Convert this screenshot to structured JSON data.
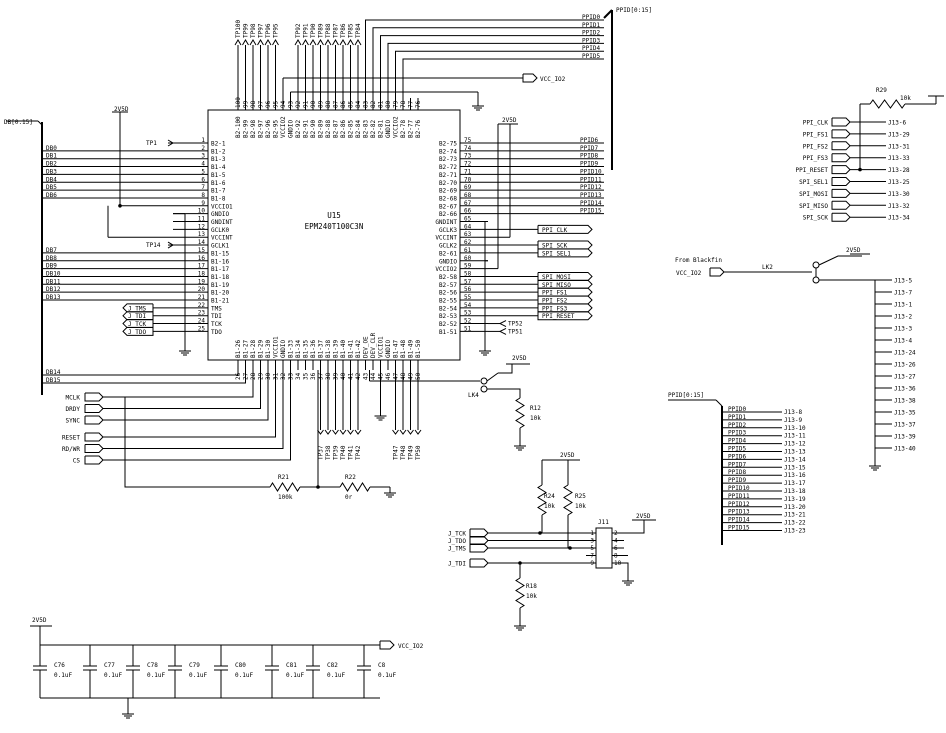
{
  "chip": {
    "ref": "U15",
    "part": "EPM240T100C3N",
    "left_pins": [
      {
        "num": "1",
        "name": "B2-1",
        "net": "TP1"
      },
      {
        "num": "2",
        "name": "B1-2",
        "net": "DB0"
      },
      {
        "num": "3",
        "name": "B1-3",
        "net": "DB1"
      },
      {
        "num": "4",
        "name": "B1-4",
        "net": "DB2"
      },
      {
        "num": "5",
        "name": "B1-5",
        "net": "DB3"
      },
      {
        "num": "6",
        "name": "B1-6",
        "net": "DB4"
      },
      {
        "num": "7",
        "name": "B1-7",
        "net": "DB5"
      },
      {
        "num": "8",
        "name": "B1-8",
        "net": "DB6"
      },
      {
        "num": "9",
        "name": "VCCIO1",
        "net": ""
      },
      {
        "num": "10",
        "name": "GNDIO",
        "net": ""
      },
      {
        "num": "11",
        "name": "GNDINT",
        "net": ""
      },
      {
        "num": "12",
        "name": "GCLK0",
        "net": ""
      },
      {
        "num": "13",
        "name": "VCCINT",
        "net": ""
      },
      {
        "num": "14",
        "name": "GCLK1",
        "net": "TP14"
      },
      {
        "num": "15",
        "name": "B1-15",
        "net": "DB7"
      },
      {
        "num": "16",
        "name": "B1-16",
        "net": "DB8"
      },
      {
        "num": "17",
        "name": "B1-17",
        "net": "DB9"
      },
      {
        "num": "18",
        "name": "B1-18",
        "net": "DB10"
      },
      {
        "num": "19",
        "name": "B1-19",
        "net": "DB11"
      },
      {
        "num": "20",
        "name": "B1-20",
        "net": "DB12"
      },
      {
        "num": "21",
        "name": "B1-21",
        "net": "DB13"
      },
      {
        "num": "22",
        "name": "TMS",
        "net": "J_TMS"
      },
      {
        "num": "23",
        "name": "TDI",
        "net": "J_TDI"
      },
      {
        "num": "24",
        "name": "TCK",
        "net": "J_TCK"
      },
      {
        "num": "25",
        "name": "TDO",
        "net": "J_TDO"
      }
    ],
    "right_pins": [
      {
        "num": "75",
        "name": "B2-75",
        "net": "PPID6"
      },
      {
        "num": "74",
        "name": "B2-74",
        "net": "PPID7"
      },
      {
        "num": "73",
        "name": "B2-73",
        "net": "PPID8"
      },
      {
        "num": "72",
        "name": "B2-72",
        "net": "PPID9"
      },
      {
        "num": "71",
        "name": "B2-71",
        "net": "PPID10"
      },
      {
        "num": "70",
        "name": "B2-70",
        "net": "PPID11"
      },
      {
        "num": "69",
        "name": "B2-69",
        "net": "PPID12"
      },
      {
        "num": "68",
        "name": "B2-68",
        "net": "PPID13"
      },
      {
        "num": "67",
        "name": "B2-67",
        "net": "PPID14"
      },
      {
        "num": "66",
        "name": "B2-66",
        "net": "PPID15"
      },
      {
        "num": "65",
        "name": "GNDINT",
        "net": ""
      },
      {
        "num": "64",
        "name": "GCLK3",
        "net": "PPI_CLK"
      },
      {
        "num": "63",
        "name": "VCCINT",
        "net": ""
      },
      {
        "num": "62",
        "name": "GCLK2",
        "net": "SPI_SCK"
      },
      {
        "num": "61",
        "name": "B2-61",
        "net": "SPI_SEL1"
      },
      {
        "num": "60",
        "name": "GNDIO",
        "net": ""
      },
      {
        "num": "59",
        "name": "VCCIO2",
        "net": ""
      },
      {
        "num": "58",
        "name": "B2-58",
        "net": "SPI_MOSI"
      },
      {
        "num": "57",
        "name": "B2-57",
        "net": "SPI_MISO"
      },
      {
        "num": "56",
        "name": "B2-56",
        "net": "PPI_FS1"
      },
      {
        "num": "55",
        "name": "B2-55",
        "net": "PPI_FS2"
      },
      {
        "num": "54",
        "name": "B2-54",
        "net": "PPI_FS3"
      },
      {
        "num": "53",
        "name": "B2-53",
        "net": "PPI_RESET"
      },
      {
        "num": "52",
        "name": "B2-52",
        "net": "TP52"
      },
      {
        "num": "51",
        "name": "B1-51",
        "net": "TP51"
      }
    ],
    "top_pins": [
      {
        "num": "100",
        "name": "B2-100"
      },
      {
        "num": "99",
        "name": "B2-99"
      },
      {
        "num": "98",
        "name": "B2-98"
      },
      {
        "num": "97",
        "name": "B2-97"
      },
      {
        "num": "96",
        "name": "B2-96"
      },
      {
        "num": "95",
        "name": "B2-95"
      },
      {
        "num": "94",
        "name": "VCCIO2"
      },
      {
        "num": "93",
        "name": "GNDIO"
      },
      {
        "num": "92",
        "name": "B2-92"
      },
      {
        "num": "91",
        "name": "B2-91"
      },
      {
        "num": "90",
        "name": "B2-90"
      },
      {
        "num": "89",
        "name": "B2-89"
      },
      {
        "num": "88",
        "name": "B2-88"
      },
      {
        "num": "87",
        "name": "B2-87"
      },
      {
        "num": "86",
        "name": "B2-86"
      },
      {
        "num": "85",
        "name": "B2-85"
      },
      {
        "num": "84",
        "name": "B2-84"
      },
      {
        "num": "83",
        "name": "B2-83"
      },
      {
        "num": "82",
        "name": "B2-82"
      },
      {
        "num": "81",
        "name": "B2-81"
      },
      {
        "num": "80",
        "name": "GNDIO"
      },
      {
        "num": "79",
        "name": "VCCIO2"
      },
      {
        "num": "78",
        "name": "B2-78"
      },
      {
        "num": "77",
        "name": "B2-77"
      },
      {
        "num": "76",
        "name": "B2-76"
      }
    ],
    "bottom_pins": [
      {
        "num": "26",
        "name": "B1-26"
      },
      {
        "num": "27",
        "name": "B1-27"
      },
      {
        "num": "28",
        "name": "B1-28"
      },
      {
        "num": "29",
        "name": "B1-29"
      },
      {
        "num": "30",
        "name": "B1-30"
      },
      {
        "num": "31",
        "name": "VCCIO1"
      },
      {
        "num": "32",
        "name": "GNDIO"
      },
      {
        "num": "33",
        "name": "B1-33"
      },
      {
        "num": "34",
        "name": "B1-34"
      },
      {
        "num": "35",
        "name": "B1-35"
      },
      {
        "num": "36",
        "name": "B1-36"
      },
      {
        "num": "37",
        "name": "B1-37"
      },
      {
        "num": "38",
        "name": "B1-38"
      },
      {
        "num": "39",
        "name": "B1-39"
      },
      {
        "num": "40",
        "name": "B1-40"
      },
      {
        "num": "41",
        "name": "B1-41"
      },
      {
        "num": "42",
        "name": "B1-42"
      },
      {
        "num": "43",
        "name": "DEV_OE"
      },
      {
        "num": "44",
        "name": "DEV_CLR"
      },
      {
        "num": "45",
        "name": "VCCIO1"
      },
      {
        "num": "46",
        "name": "GNDIO"
      },
      {
        "num": "47",
        "name": "B1-47"
      },
      {
        "num": "48",
        "name": "B1-48"
      },
      {
        "num": "49",
        "name": "B1-49"
      },
      {
        "num": "50",
        "name": "B1-50"
      }
    ],
    "top_testpoints": [
      "TP100",
      "TP99",
      "TP98",
      "TP97",
      "TP96",
      "TP95",
      "TP92",
      "TP91",
      "TP90",
      "TP89",
      "TP88",
      "TP87",
      "TP86",
      "TP85",
      "TP84"
    ],
    "bottom_testpoints_a": [
      "TP37",
      "TP38",
      "TP39",
      "TP40",
      "TP41",
      "TP42"
    ],
    "bottom_testpoints_b": [
      "TP47",
      "TP48",
      "TP49",
      "TP50"
    ]
  },
  "top_right_bus": {
    "label": "PPID[0:15]",
    "lines": [
      "PPID0",
      "PPID1",
      "PPID2",
      "PPID3",
      "PPID4",
      "PPID5"
    ]
  },
  "left_bus": {
    "label": "DB[0:15]"
  },
  "left_db_labels": [
    "DB0",
    "DB1",
    "DB2",
    "DB3",
    "DB4",
    "DB5",
    "DB6"
  ],
  "left_db_labels_b": [
    "DB7",
    "DB8",
    "DB9",
    "DB10",
    "DB11",
    "DB12",
    "DB13"
  ],
  "left_db_labels_c": [
    "DB14",
    "DB15"
  ],
  "left_inputs": [
    "MCLK",
    "DRDY",
    "SYNC",
    "RESET",
    "RD/WR",
    "CS"
  ],
  "jtag_pins_left": [
    "J_TMS",
    "J_TDI",
    "J_TCK",
    "J_TDO"
  ],
  "power": {
    "v2v5": "2V5D",
    "vcc_io2": "VCC_IO2"
  },
  "resistors": {
    "r21": {
      "ref": "R21",
      "val": "100k"
    },
    "r22": {
      "ref": "R22",
      "val": "0r"
    },
    "r12": {
      "ref": "R12",
      "val": "10k"
    },
    "r24": {
      "ref": "R24",
      "val": "10k"
    },
    "r25": {
      "ref": "R25",
      "val": "10k"
    },
    "r18": {
      "ref": "R18",
      "val": "10k"
    },
    "r29": {
      "ref": "R29",
      "val": "10k"
    }
  },
  "lk4": "LK4",
  "lk2": "LK2",
  "from_blackfin": "From Blackfin",
  "j13_signals": [
    {
      "name": "PPI_CLK",
      "pin": "J13-6"
    },
    {
      "name": "PPI_FS1",
      "pin": "J13-29"
    },
    {
      "name": "PPI_FS2",
      "pin": "J13-31"
    },
    {
      "name": "PPI_FS3",
      "pin": "J13-33"
    },
    {
      "name": "PPI_RESET",
      "pin": "J13-28"
    },
    {
      "name": "SPI_SEL1",
      "pin": "J13-25"
    },
    {
      "name": "SPI_MOSI",
      "pin": "J13-30"
    },
    {
      "name": "SPI_MISO",
      "pin": "J13-32"
    },
    {
      "name": "SPI_SCK",
      "pin": "J13-34"
    }
  ],
  "j13_gnd_pins": [
    "J13-5",
    "J13-7",
    "J13-1",
    "J13-2",
    "J13-3",
    "J13-4",
    "J13-24",
    "J13-26",
    "J13-27",
    "J13-36",
    "J13-38",
    "J13-35",
    "J13-37",
    "J13-39",
    "J13-40"
  ],
  "ppid_bus2": {
    "label": "PPID[0:15]",
    "rows": [
      {
        "net": "PPID0",
        "pin": "J13-8"
      },
      {
        "net": "PPID1",
        "pin": "J13-9"
      },
      {
        "net": "PPID2",
        "pin": "J13-10"
      },
      {
        "net": "PPID3",
        "pin": "J13-11"
      },
      {
        "net": "PPID4",
        "pin": "J13-12"
      },
      {
        "net": "PPID5",
        "pin": "J13-13"
      },
      {
        "net": "PPID6",
        "pin": "J13-14"
      },
      {
        "net": "PPID7",
        "pin": "J13-15"
      },
      {
        "net": "PPID8",
        "pin": "J13-16"
      },
      {
        "net": "PPID9",
        "pin": "J13-17"
      },
      {
        "net": "PPID10",
        "pin": "J13-18"
      },
      {
        "net": "PPID11",
        "pin": "J13-19"
      },
      {
        "net": "PPID12",
        "pin": "J13-20"
      },
      {
        "net": "PPID13",
        "pin": "J13-21"
      },
      {
        "net": "PPID14",
        "pin": "J13-22"
      },
      {
        "net": "PPID15",
        "pin": "J13-23"
      }
    ]
  },
  "j11": {
    "ref": "J11",
    "left_nets": [
      "J_TCK",
      "J_TDO",
      "J_TMS",
      "J_TDI"
    ],
    "left_pins": [
      "1",
      "3",
      "5",
      "7",
      "9"
    ],
    "right_pins": [
      "2",
      "4",
      "6",
      "8",
      "10"
    ]
  },
  "caps": [
    {
      "ref": "C76",
      "val": "0.1uF"
    },
    {
      "ref": "C77",
      "val": "0.1uF"
    },
    {
      "ref": "C78",
      "val": "0.1uF"
    },
    {
      "ref": "C79",
      "val": "0.1uF"
    },
    {
      "ref": "C80",
      "val": "0.1uF"
    },
    {
      "ref": "C81",
      "val": "0.1uF"
    },
    {
      "ref": "C82",
      "val": "0.1uF"
    },
    {
      "ref": "C8",
      "val": "0.1uF"
    }
  ]
}
